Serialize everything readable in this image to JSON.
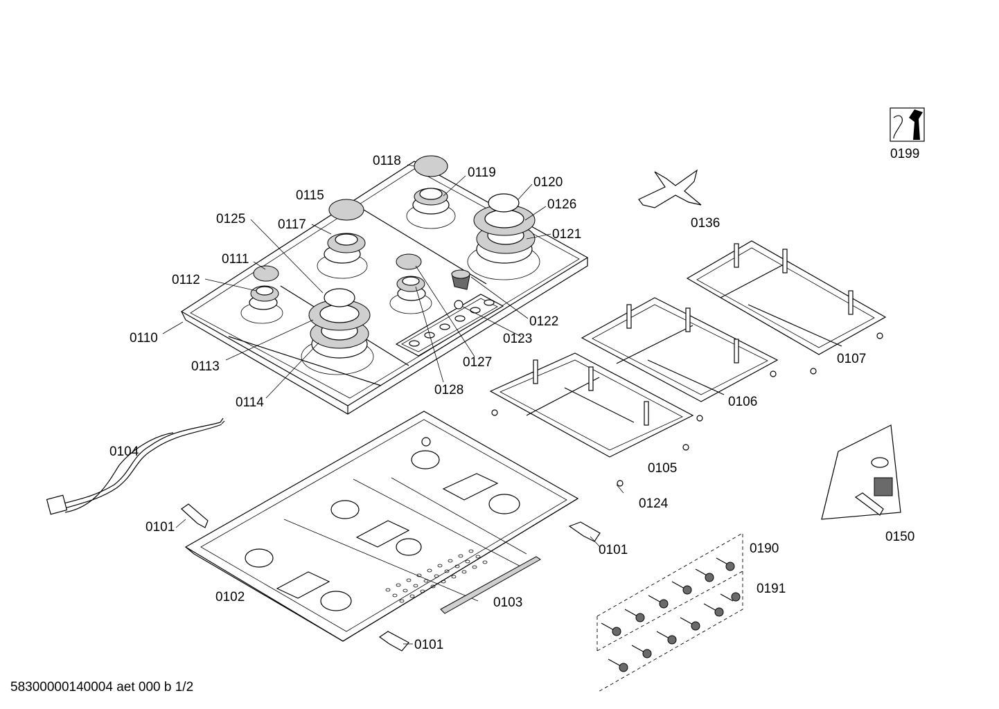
{
  "footer": {
    "doc_id": "58300000140004 aet 000 b 1/2"
  },
  "icon_label": "0199",
  "parts": {
    "p0101a": "0101",
    "p0101b": "0101",
    "p0101c": "0101",
    "p0102": "0102",
    "p0103": "0103",
    "p0104": "0104",
    "p0105": "0105",
    "p0106": "0106",
    "p0107": "0107",
    "p0110": "0110",
    "p0111": "0111",
    "p0112": "0112",
    "p0113": "0113",
    "p0114": "0114",
    "p0115": "0115",
    "p0117": "0117",
    "p0118": "0118",
    "p0119": "0119",
    "p0120": "0120",
    "p0121": "0121",
    "p0122": "0122",
    "p0123": "0123",
    "p0124": "0124",
    "p0125": "0125",
    "p0126": "0126",
    "p0127": "0127",
    "p0128": "0128",
    "p0136": "0136",
    "p0150": "0150",
    "p0190": "0190",
    "p0191": "0191"
  }
}
